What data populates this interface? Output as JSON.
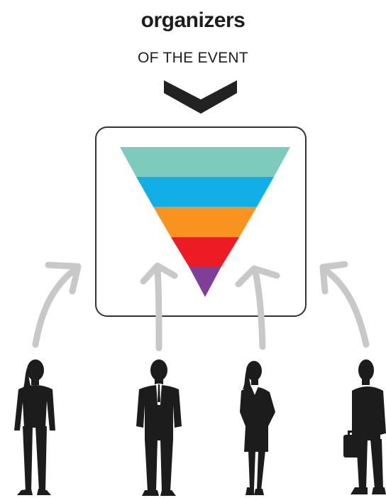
{
  "header": {
    "title": "organizers",
    "subtitle": "OF THE EVENT"
  },
  "funnel": {
    "layers": [
      {
        "name": "layer-1",
        "color": "#7ccbbd"
      },
      {
        "name": "layer-2",
        "color": "#12aee8"
      },
      {
        "name": "layer-3",
        "color": "#f7931e"
      },
      {
        "name": "layer-4",
        "color": "#ed1c24"
      },
      {
        "name": "layer-5",
        "color": "#7f3f98"
      }
    ]
  },
  "colors": {
    "arrow": "#c8c8c8",
    "chevron": "#222222",
    "frame": "#333333",
    "silhouette": "#1c1c1c"
  },
  "people": [
    "woman-silhouette",
    "businessman-silhouette",
    "businesswoman-silhouette",
    "man-with-briefcase-silhouette"
  ]
}
